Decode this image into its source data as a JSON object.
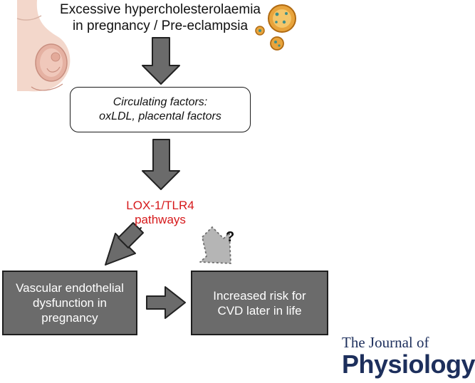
{
  "title_lines": [
    "Excessive hypercholesterolaemia",
    "in pregnancy / Pre-eclampsia"
  ],
  "factors_lines": [
    "Circulating factors:",
    "oxLDL, placental factors"
  ],
  "lox_lines": [
    "LOX-1/TLR4",
    "pathways"
  ],
  "vascular_lines": [
    "Vascular endothelial",
    "dysfunction in",
    "pregnancy"
  ],
  "cvd_lines": [
    "Increased risk for",
    "CVD later in life"
  ],
  "question_mark": "?",
  "journal": {
    "line1": "The Journal of",
    "line2": "Physiology"
  },
  "colors": {
    "arrow_fill": "#6b6b6b",
    "arrow_stroke": "#222222",
    "dashed_arrow_fill": "#b5b5b5",
    "pathway_text": "#d6191b",
    "box_fill": "#6b6b6b",
    "journal_text": "#1d2f5c"
  }
}
